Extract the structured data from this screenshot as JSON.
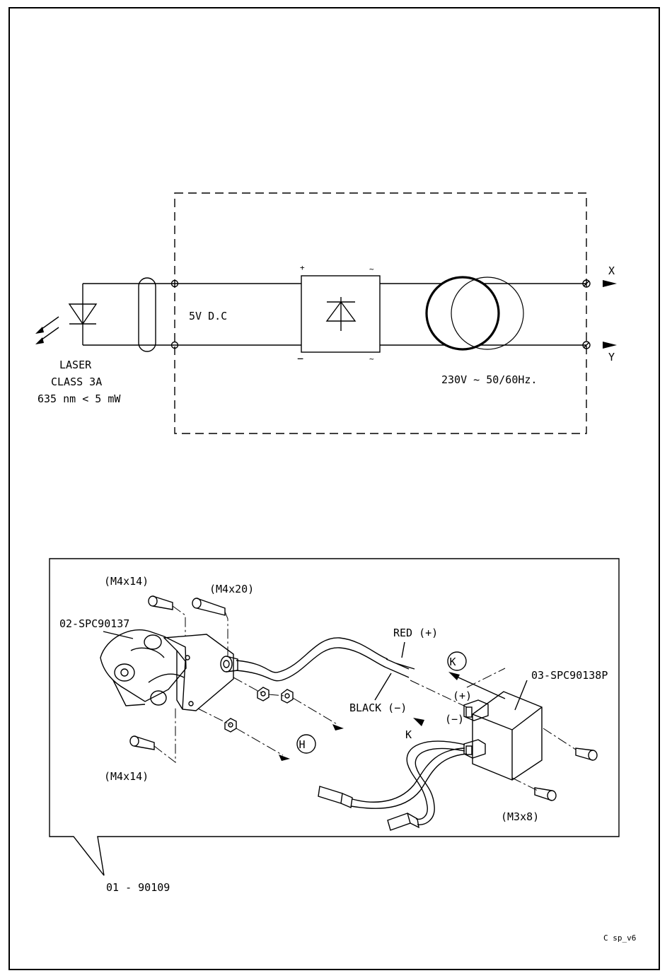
{
  "schematic": {
    "laser_label_1": "LASER",
    "laser_label_2": "CLASS 3A",
    "laser_label_3": "635 nm < 5 mW",
    "voltage_dc": "5V D.C",
    "rectifier_plus": "+",
    "rectifier_minus": "−",
    "rectifier_ac_top": "~",
    "rectifier_ac_bottom": "~",
    "mains": "230V ~ 50/60Hz.",
    "terminal_x": "X",
    "terminal_y": "Y"
  },
  "assembly": {
    "screw_top_left": "(M4x14)",
    "screw_top_right": "(M4x20)",
    "part_laser": "02-SPC90137",
    "wire_red": "RED (+)",
    "wire_black": "BLACK (−)",
    "detail_k_circle": "K",
    "detail_k_arrow": "K",
    "part_psu": "03-SPC90138P",
    "polarity_plus": "(+)",
    "polarity_minus": "(−)",
    "detail_h": "H",
    "screw_bottom_left": "(M4x14)",
    "screw_psu": "(M3x8)",
    "assembly_ref": "01 - 90109"
  },
  "footer": {
    "doc_code": "C sp_v6"
  }
}
